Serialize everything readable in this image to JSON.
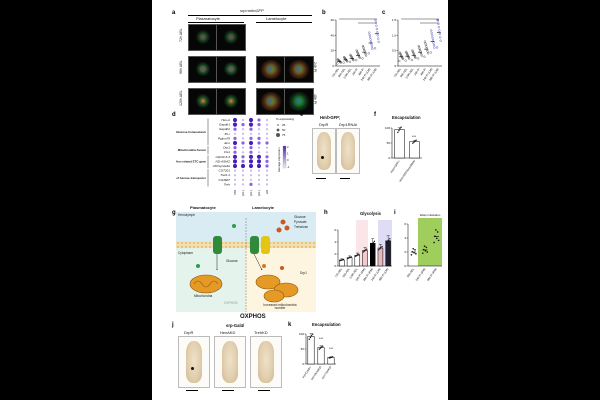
{
  "panel_labels": {
    "a": "a",
    "b": "b",
    "c": "c",
    "d": "d",
    "e": "e",
    "f": "f",
    "g": "g",
    "h": "h",
    "i": "i",
    "j": "j",
    "k": "k"
  },
  "panel_a": {
    "genotype": "srp>mitoGFP",
    "col1": "Plasmatocyte",
    "col2": "Lamelocyte",
    "rows": [
      "72h AEL",
      "96h AEL",
      "120h AEL"
    ],
    "side": [
      "24h PI",
      "48h PI"
    ]
  },
  "panel_d": {
    "genes": [
      "Hex-A",
      "Gapdh1",
      "Gapdh2",
      "fbl-r",
      "Pglym78",
      "Eno",
      "Drp1",
      "Fis1",
      "UQCR-6.4",
      "ND-ASHI2",
      "ATPsyndelta",
      "CG7201",
      "Tret1-1",
      "CG4607",
      "Treh"
    ],
    "groups": [
      "Glucose homeostasis",
      "Mitochondria fission",
      "OxPhos related ETC gene",
      "SLC2 family of hexose transporter"
    ],
    "clusters": [
      "PM",
      "LM (int.)",
      "LM (int.)",
      "CC (int.)",
      "LM"
    ],
    "size_legend_title": "% expressing",
    "size_legend": [
      "25",
      "50",
      "75"
    ],
    "color_legend_title": "Average expression",
    "color_legend": [
      "2",
      "1",
      "0",
      "-1"
    ]
  },
  "panel_e": {
    "title": "Hml>GFP;",
    "labels": [
      "DrpR",
      "Drp1RNAi"
    ]
  },
  "panel_f": {
    "title": "Encapsulation",
    "stat": "***"
  },
  "panel_g": {
    "title_left": "Plasmatocyte",
    "title_right": "Lamelocyte",
    "outside": "Hemolymph",
    "inside": "Cytoplasm",
    "glucose": "Glucose",
    "mito": "Mitochondria",
    "oxphos_small": "OXPHOS",
    "oxphos": "OXPHOS",
    "increased": "Increased mitochondria number",
    "drp1": "Drp1",
    "legend": [
      "Glucose",
      "Pyruvate",
      "Trehalose"
    ]
  },
  "panel_h": {
    "title": "Glycolysis"
  },
  "panel_i": {
    "title": "Wasp infestation"
  },
  "panel_j": {
    "title": "srp-Gal4/",
    "labels": [
      "DrpR",
      "HexAKD",
      "TrehKD"
    ]
  },
  "panel_k": {
    "title": "Encapsulation",
    "stat": "***"
  },
  "chart_data": [
    {
      "panel": "b",
      "type": "scatter",
      "categories": [
        "72h AEL",
        "96h AEL",
        "120h AEL",
        "24h PI",
        "48h PI",
        "24h PI (LM)",
        "48h PI (LM)"
      ],
      "values": [
        6,
        8,
        10,
        14,
        18,
        30,
        42
      ],
      "ylim": [
        0,
        60
      ],
      "yticks": [
        "0",
        "20",
        "40",
        "60"
      ]
    },
    {
      "panel": "c",
      "type": "scatter",
      "categories": [
        "72h AEL",
        "96h AEL",
        "120h AEL",
        "24h PI",
        "48h PI",
        "24h PI (LM)",
        "48h PI (LM)"
      ],
      "values": [
        0.3,
        0.32,
        0.35,
        0.45,
        0.55,
        0.8,
        1.1
      ],
      "ylim": [
        0,
        1.5
      ],
      "yticks": [
        "0",
        "0.5",
        "1.0",
        "1.5"
      ]
    },
    {
      "panel": "f",
      "type": "bar",
      "categories": [
        "Hml>GFP/+",
        "Hml>GFP/Drp1RNAi"
      ],
      "values": [
        95,
        55
      ],
      "ylim": [
        0,
        100
      ],
      "yticks": [
        "0",
        "50",
        "100"
      ]
    },
    {
      "panel": "h",
      "type": "bar",
      "categories": [
        "72h AEL",
        "96h AEL",
        "120h AEL",
        "24h PI (PM)",
        "48h PI (PM)",
        "24h PI (LM)",
        "48h PI (LM)"
      ],
      "values": [
        1.0,
        1.4,
        1.8,
        2.6,
        3.8,
        3.0,
        4.2
      ],
      "ylim": [
        0,
        6
      ],
      "yticks": [
        "0",
        "2",
        "4",
        "6"
      ]
    },
    {
      "panel": "i",
      "type": "scatter",
      "categories": [
        "96h AEL",
        "24h PI (PM)",
        "48h PI (PM)"
      ],
      "values": [
        2.0,
        2.3,
        4.2
      ],
      "ylim": [
        0,
        6
      ],
      "yticks": [
        "0",
        "2",
        "4",
        "6"
      ]
    },
    {
      "panel": "k",
      "type": "bar",
      "categories": [
        "srp>Gal4/+",
        "srp>HexAKD",
        "srp>TrehKD"
      ],
      "values": [
        92,
        55,
        22
      ],
      "ylim": [
        0,
        100
      ],
      "yticks": [
        "0",
        "50",
        "100"
      ]
    }
  ]
}
